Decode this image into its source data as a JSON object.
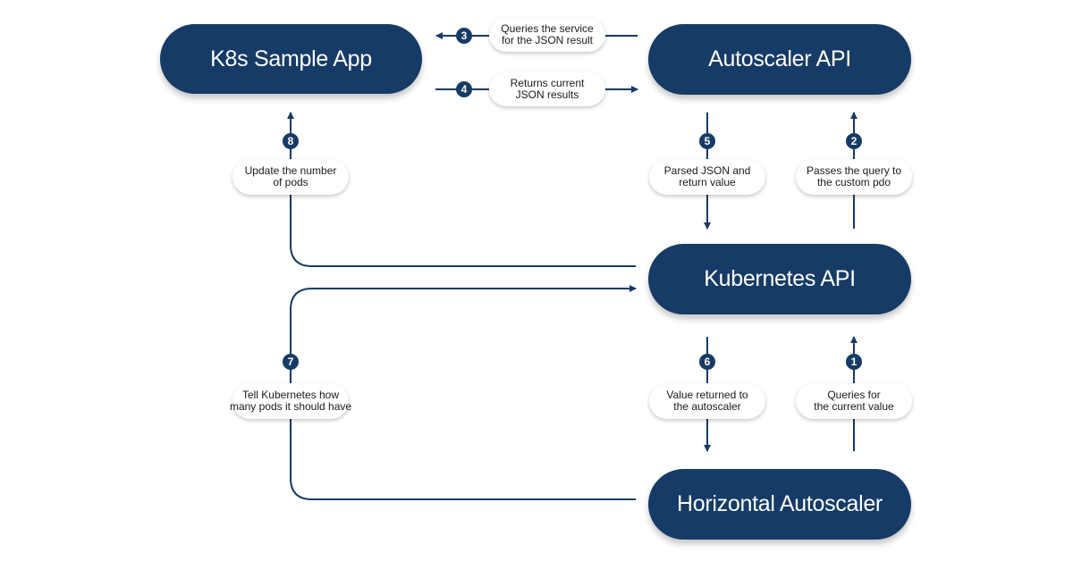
{
  "nodes": {
    "sample_app": "K8s Sample App",
    "autoscaler_api": "Autoscaler API",
    "kubernetes_api": "Kubernetes API",
    "horizontal_autoscaler": "Horizontal Autoscaler"
  },
  "steps": [
    {
      "number": "1",
      "lines": [
        "Queries for",
        "the current value"
      ]
    },
    {
      "number": "2",
      "lines": [
        "Passes the query to",
        "the custom pdo"
      ]
    },
    {
      "number": "3",
      "lines": [
        "Queries the service",
        "for the JSON result"
      ]
    },
    {
      "number": "4",
      "lines": [
        "Returns current",
        "JSON results"
      ]
    },
    {
      "number": "5",
      "lines": [
        "Parsed JSON and",
        "return value"
      ]
    },
    {
      "number": "6",
      "lines": [
        "Value returned to",
        "the autoscaler"
      ]
    },
    {
      "number": "7",
      "lines": [
        "Tell Kubernetes how",
        "many pods it should have"
      ]
    },
    {
      "number": "8",
      "lines": [
        "Update the number",
        "of pods"
      ]
    }
  ],
  "colors": {
    "node_fill": "#163b66",
    "line": "#163b66",
    "text_dark": "#1a1a1a",
    "background": "#ffffff"
  }
}
